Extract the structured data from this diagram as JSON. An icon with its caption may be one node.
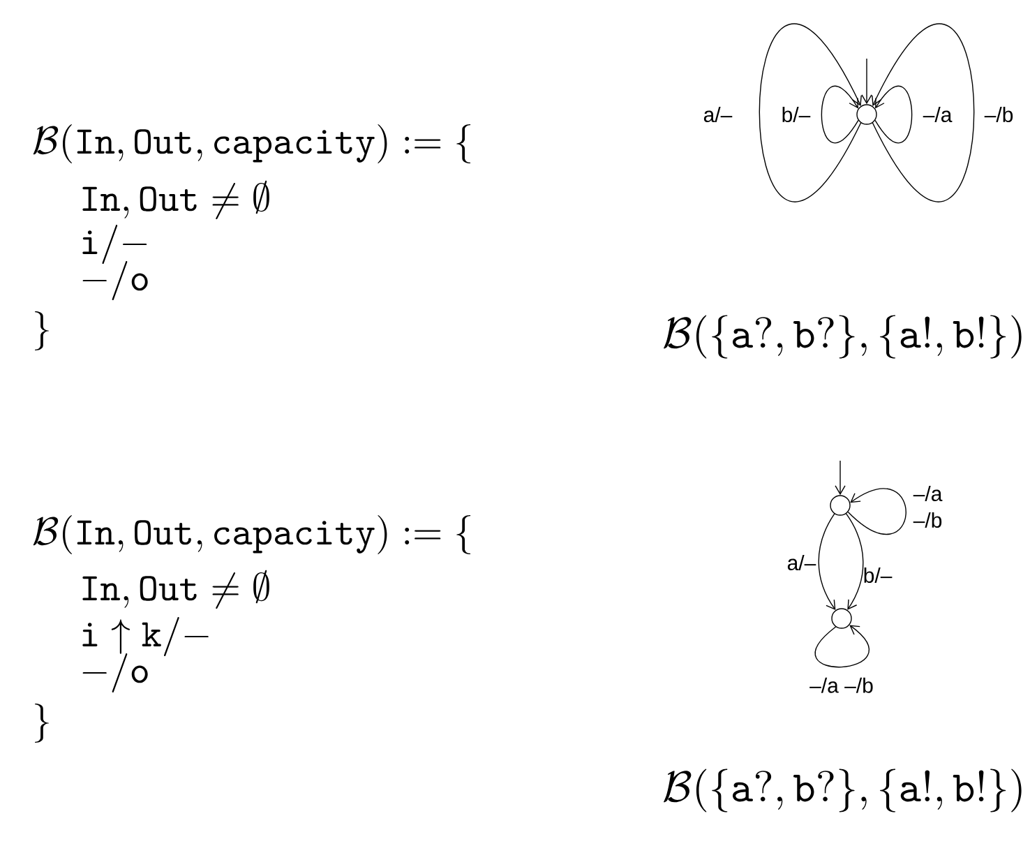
{
  "diagram": {
    "nodes": [
      {
        "text": [],
        "shape": "circle"
      },
      {
        "text": [],
        "shape": "circle"
      },
      {
        "text": [],
        "shape": "circle"
      }
    ],
    "edges": [
      {
        "from": null,
        "to": 0,
        "arrow": "to"
      },
      {
        "from": 0,
        "to": 0,
        "arrow": "to",
        "label": "a/–"
      },
      {
        "from": 0,
        "to": 0,
        "arrow": "to",
        "label": "b/–"
      },
      {
        "from": 0,
        "to": 0,
        "arrow": "to",
        "label": "–/a"
      },
      {
        "from": 0,
        "to": 0,
        "arrow": "to",
        "label": "–/b"
      },
      {
        "from": null,
        "to": 1,
        "arrow": "to"
      },
      {
        "from": 1,
        "to": 1,
        "arrow": "to",
        "label": "–/a –/b"
      },
      {
        "from": 1,
        "to": 2,
        "arrow": "to",
        "label": "a/–"
      },
      {
        "from": 1,
        "to": 2,
        "arrow": "to",
        "label": "b/–"
      },
      {
        "from": 2,
        "to": 2,
        "arrow": "to",
        "label": "–/a –/b"
      }
    ],
    "labels": [
      "\\mathcal{B}(\\mathtt{In},\\mathtt{Out},\\mathtt{capacity}) := \\{",
      "\\mathtt{In},\\mathtt{Out} \\neq \\emptyset",
      "\\mathtt{i}/-",
      "-/\\mathtt{o}",
      "\\}",
      "\\mathcal{B}(\\{\\mathtt{a}?,\\mathtt{b}?\\},\\{\\mathtt{a}!,\\mathtt{b}!\\})",
      "\\mathcal{B}(\\mathtt{In},\\mathtt{Out},\\mathtt{capacity}) := \\{",
      "\\mathtt{In},\\mathtt{Out} \\neq \\emptyset",
      "\\mathtt{i}\\uparrow\\mathtt{k}/-",
      "-/\\mathtt{o}",
      "\\}",
      "\\mathcal{B}(\\{\\mathtt{a}?,\\mathtt{b}?\\},\\{\\mathtt{a}!,\\mathtt{b}!\\})"
    ]
  }
}
